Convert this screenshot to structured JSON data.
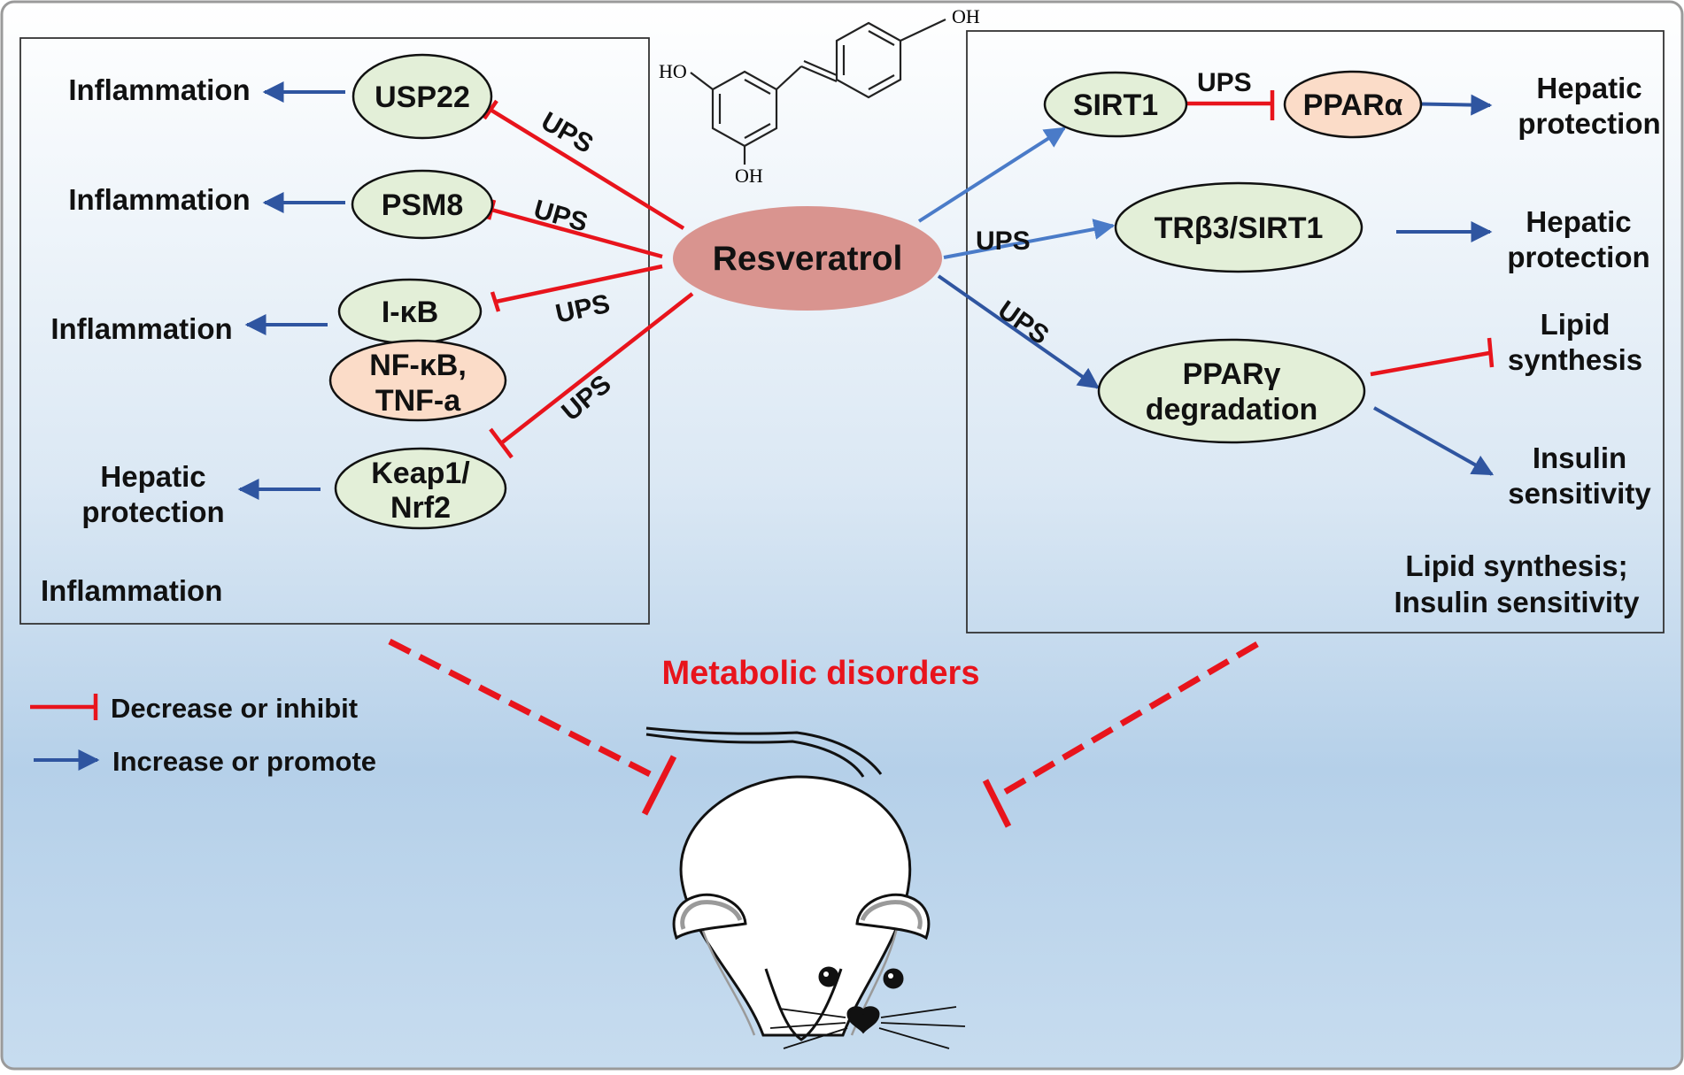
{
  "center": {
    "label": "Resveratrol"
  },
  "molecule": {
    "oh_top": "OH",
    "ho_left": "HO",
    "oh_bottom": "OH"
  },
  "left_panel": {
    "title": "Inflammation",
    "nodes": {
      "usp22": "USP22",
      "psm8": "PSM8",
      "ikb": "I-κB",
      "nfkb_line1": "NF-κB,",
      "nfkb_line2": "TNF-a",
      "keap1_line1": "Keap1/",
      "keap1_line2": "Nrf2"
    },
    "outcomes": {
      "usp22": "Inflammation",
      "psm8": "Inflammation",
      "ikb": "Inflammation",
      "keap1_line1": "Hepatic",
      "keap1_line2": "protection"
    }
  },
  "right_panel": {
    "title_line1": "Lipid synthesis;",
    "title_line2": "Insulin sensitivity",
    "nodes": {
      "sirt1": "SIRT1",
      "ppara": "PPARα",
      "trb3": "TRβ3/SIRT1",
      "pparg_line1": "PPARγ",
      "pparg_line2": "degradation"
    },
    "outcomes": {
      "ppara_line1": "Hepatic",
      "ppara_line2": "protection",
      "trb3_line1": "Hepatic",
      "trb3_line2": "protection",
      "lipid_line1": "Lipid",
      "lipid_line2": "synthesis",
      "insulin_line1": "Insulin",
      "insulin_line2": "sensitivity"
    }
  },
  "edge_label": "UPS",
  "metabolic_label": "Metabolic disorders",
  "legend": {
    "inhibit": "Decrease or inhibit",
    "promote": "Increase or promote"
  },
  "colors": {
    "inhibit": "#e8141c",
    "promote_left": "#2f55a0",
    "promote_right": "#4a7bc8",
    "green_node": "#e3efd8",
    "peach_node": "#fbdcc8",
    "center_node": "#d9948f",
    "title_red": "#e8141c"
  }
}
